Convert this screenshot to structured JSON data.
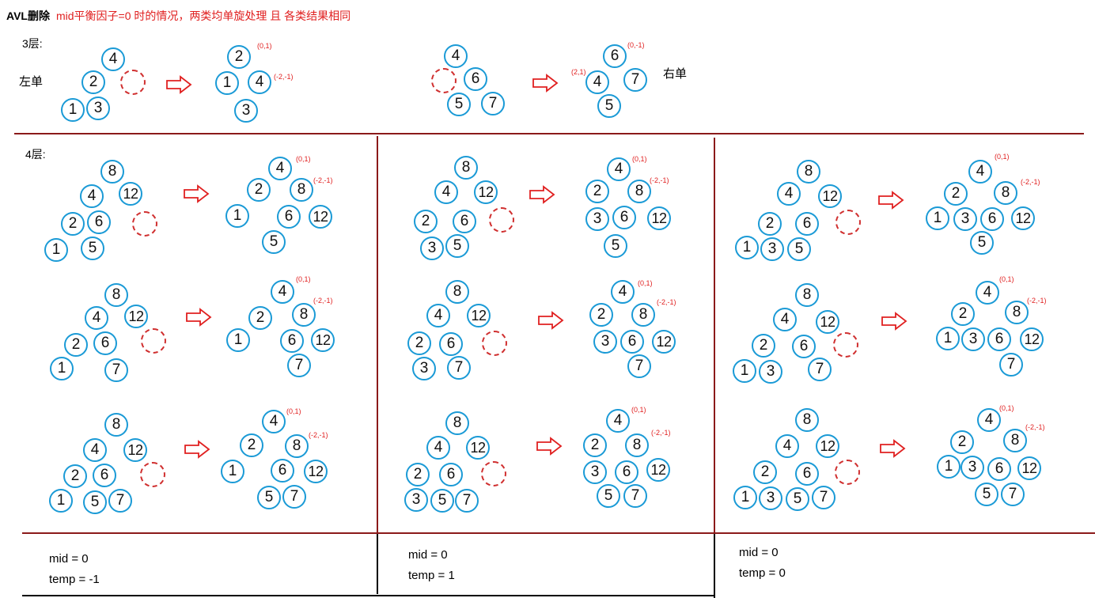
{
  "title": {
    "bold": "AVL删除",
    "note": "mid平衡因子=0 时的情况，两类均单旋处理 且 各类结果相同"
  },
  "labels": {
    "layer3": "3层:",
    "layer4": "4层:",
    "left_single": "左单",
    "right_single": "右单"
  },
  "results": [
    {
      "mid": "mid = 0",
      "temp": "temp = -1"
    },
    {
      "mid": "mid = 0",
      "temp": "temp = 1"
    },
    {
      "mid": "mid = 0",
      "temp": "temp = 0"
    }
  ],
  "colors": {
    "node_border": "#1a9ad6",
    "deleted": "#d03030",
    "annotation": "#e02020",
    "divider": "#8b1a1a"
  },
  "icons": {
    "transform": "arrow-right-icon",
    "deleted_node": "dashed-circle-icon"
  },
  "diagrams": [
    {
      "before": [
        "4",
        "2",
        "1",
        "3"
      ],
      "balance": [
        "(0,1)",
        "(-2,-1)"
      ],
      "after": [
        "2",
        "1",
        "4",
        "3"
      ]
    },
    {
      "before": [
        "4",
        "6",
        "5",
        "7"
      ],
      "balance": [
        "(0,-1)",
        "(2,1)"
      ],
      "after": [
        "6",
        "4",
        "7",
        "5"
      ]
    },
    {
      "before": [
        "8",
        "4",
        "12",
        "2",
        "6",
        "1",
        "5"
      ],
      "balance": [
        "(0,1)",
        "(-2,-1)"
      ],
      "after": [
        "4",
        "2",
        "8",
        "1",
        "6",
        "12",
        "5"
      ]
    },
    {
      "before": [
        "8",
        "4",
        "12",
        "2",
        "6",
        "3",
        "5"
      ],
      "balance": [
        "(0,1)",
        "(-2,-1)"
      ],
      "after": [
        "4",
        "2",
        "8",
        "3",
        "6",
        "12",
        "5"
      ]
    },
    {
      "before": [
        "8",
        "4",
        "12",
        "2",
        "6",
        "1",
        "3",
        "5"
      ],
      "balance": [
        "(0,1)",
        "(-2,-1)"
      ],
      "after": [
        "4",
        "2",
        "8",
        "1",
        "3",
        "6",
        "12",
        "5"
      ]
    },
    {
      "before": [
        "8",
        "4",
        "12",
        "2",
        "6",
        "1",
        "7"
      ],
      "balance": [
        "(0,1)",
        "(-2,-1)"
      ],
      "after": [
        "4",
        "2",
        "8",
        "1",
        "6",
        "12",
        "7"
      ]
    },
    {
      "before": [
        "8",
        "4",
        "12",
        "2",
        "6",
        "3",
        "7"
      ],
      "balance": [
        "(0,1)",
        "(-2,-1)"
      ],
      "after": [
        "4",
        "2",
        "8",
        "3",
        "6",
        "12",
        "7"
      ]
    },
    {
      "before": [
        "8",
        "4",
        "12",
        "2",
        "6",
        "1",
        "3",
        "7"
      ],
      "balance": [
        "(0,1)",
        "(-2,-1)"
      ],
      "after": [
        "4",
        "2",
        "8",
        "1",
        "3",
        "6",
        "12",
        "7"
      ]
    },
    {
      "before": [
        "8",
        "4",
        "12",
        "2",
        "6",
        "1",
        "5",
        "7"
      ],
      "balance": [
        "(0,1)",
        "(-2,-1)"
      ],
      "after": [
        "4",
        "2",
        "8",
        "1",
        "6",
        "12",
        "5",
        "7"
      ]
    },
    {
      "before": [
        "8",
        "4",
        "12",
        "2",
        "6",
        "3",
        "5",
        "7"
      ],
      "balance": [
        "(0,1)",
        "(-2,-1)"
      ],
      "after": [
        "4",
        "2",
        "8",
        "3",
        "6",
        "12",
        "5",
        "7"
      ]
    },
    {
      "before": [
        "8",
        "4",
        "12",
        "2",
        "6",
        "1",
        "3",
        "5",
        "7"
      ],
      "balance": [
        "(0,1)",
        "(-2,-1)"
      ],
      "after": [
        "4",
        "2",
        "8",
        "1",
        "3",
        "6",
        "12",
        "5",
        "7"
      ]
    }
  ]
}
